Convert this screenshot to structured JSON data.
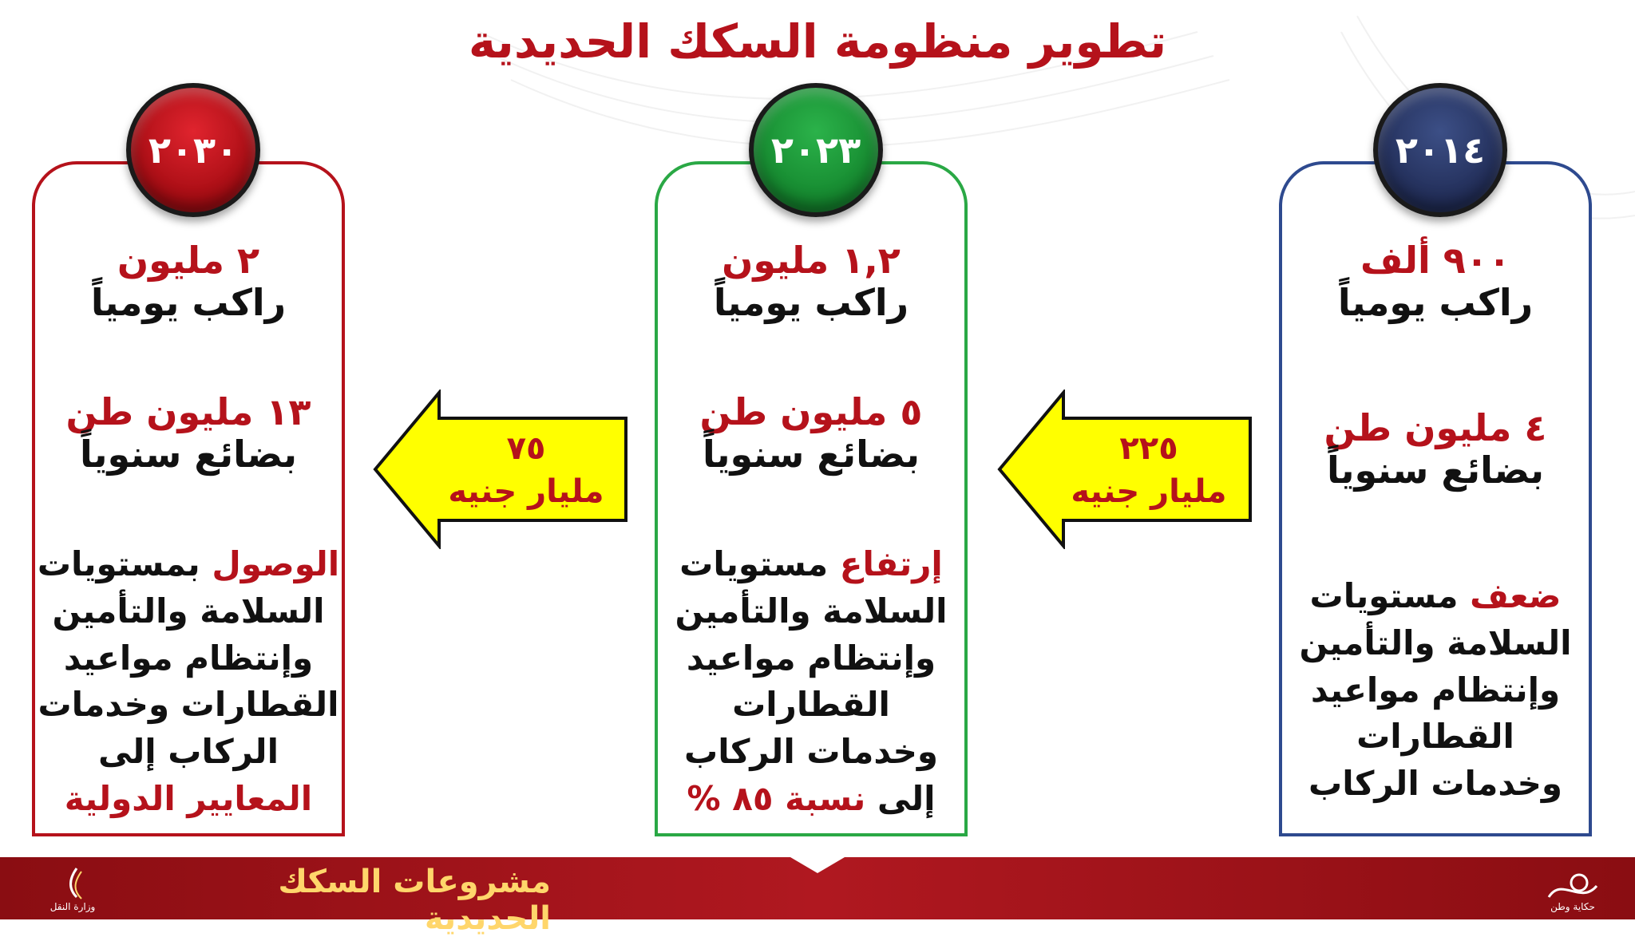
{
  "title": "تطوير منظومة السكك الحديدية",
  "colors": {
    "accent_red": "#b5121b",
    "green": "#2aa845",
    "navy": "#2e4a8f",
    "arrow_yellow": "#ffff00"
  },
  "cards": {
    "y2030": {
      "year": "٢٠٣٠",
      "passengers_value": "٢ مليون",
      "passengers_label": "راكب يومياً",
      "goods_value": "١٣ مليون طن",
      "goods_label": "بضائع سنوياً",
      "desc_highlight": "الوصول",
      "desc_line1_rest": " بمستويات",
      "desc_line2": "السلامة والتأمين",
      "desc_line3": "وإنتظام مواعيد",
      "desc_line4": "القطارات وخدمات",
      "desc_line5": "الركاب إلى",
      "desc_line6": "المعايير الدولية"
    },
    "y2023": {
      "year": "٢٠٢٣",
      "passengers_value": "١,٢ مليون",
      "passengers_label": "راكب يومياً",
      "goods_value": "٥ مليون طن",
      "goods_label": "بضائع سنوياً",
      "desc_highlight": "إرتفاع",
      "desc_line1_rest": " مستويات",
      "desc_line2": "السلامة والتأمين",
      "desc_line3": "وإنتظام مواعيد",
      "desc_line4": "القطارات",
      "desc_line5": "وخدمات الركاب",
      "desc_line6_prefix": "إلى ",
      "desc_line6_value": "نسبة ٨٥ %"
    },
    "y2014": {
      "year": "٢٠١٤",
      "passengers_value": "٩٠٠ ألف",
      "passengers_label": "راكب يومياً",
      "goods_value": "٤ مليون طن",
      "goods_label": "بضائع سنوياً",
      "desc_highlight": "ضعف",
      "desc_line1_rest": " مستويات",
      "desc_line2": "السلامة والتأمين",
      "desc_line3": "وإنتظام مواعيد",
      "desc_line4": "القطارات",
      "desc_line5": "وخدمات الركاب"
    }
  },
  "arrows": {
    "left": {
      "amount": "٧٥",
      "unit": "مليار جنيه"
    },
    "right": {
      "amount": "٢٢٥",
      "unit": "مليار جنيه"
    }
  },
  "footer": {
    "label": "مشروعات السكك الحديدية",
    "left_logo_text": "وزارة النقل",
    "right_logo_text": "حكاية وطن"
  }
}
